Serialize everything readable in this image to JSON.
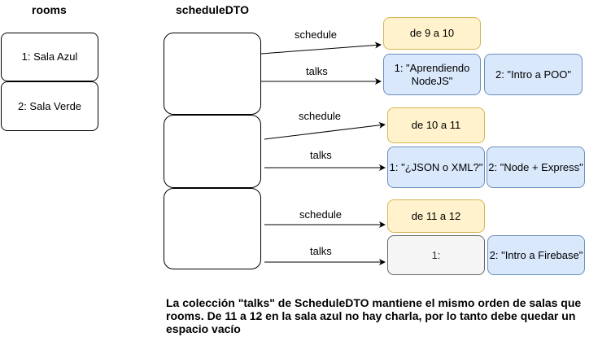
{
  "headers": {
    "rooms": "rooms",
    "schedule_dto": "scheduleDTO"
  },
  "rooms": [
    "1: Sala Azul",
    "2: Sala Verde"
  ],
  "edge_labels": {
    "schedule": "schedule",
    "talks": "talks"
  },
  "slots": [
    {
      "schedule": "de 9 a 10",
      "talks": [
        "1: \"Aprendiendo NodeJS\"",
        "2: \"Intro a POO\""
      ]
    },
    {
      "schedule": "de 10 a 11",
      "talks": [
        "1: \"¿JSON o XML?\"",
        "2: \"Node + Express\""
      ]
    },
    {
      "schedule": "de 11 a 12",
      "talks": [
        "1:",
        "2: \"Intro a Firebase\""
      ]
    }
  ],
  "note": "La colección \"talks\" de ScheduleDTO mantiene el mismo orden de salas que rooms. De 11 a 12 en la sala azul no hay charla, por lo tanto debe quedar un espacio vacío",
  "colors": {
    "schedule_fill": "#fff2cc",
    "schedule_stroke": "#d6b656",
    "talk_fill": "#dae8fc",
    "talk_stroke": "#6c8ebf",
    "empty_fill": "#f5f5f5",
    "empty_stroke": "#666666"
  }
}
